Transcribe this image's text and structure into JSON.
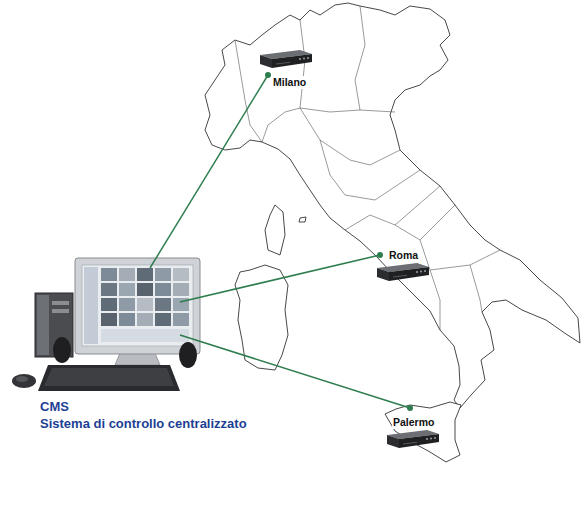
{
  "diagram": {
    "nodes": [
      {
        "text": [
          "CMS",
          "Sistema di controllo centralizzato"
        ]
      },
      {
        "text": [
          "Milano"
        ]
      },
      {
        "text": [
          "Roma"
        ]
      },
      {
        "text": [
          "Palermo"
        ]
      }
    ],
    "edges": [
      {
        "from": 0,
        "to": 1,
        "arrow": "none"
      },
      {
        "from": 0,
        "to": 2,
        "arrow": "none"
      },
      {
        "from": 0,
        "to": 3,
        "arrow": "none"
      }
    ]
  }
}
